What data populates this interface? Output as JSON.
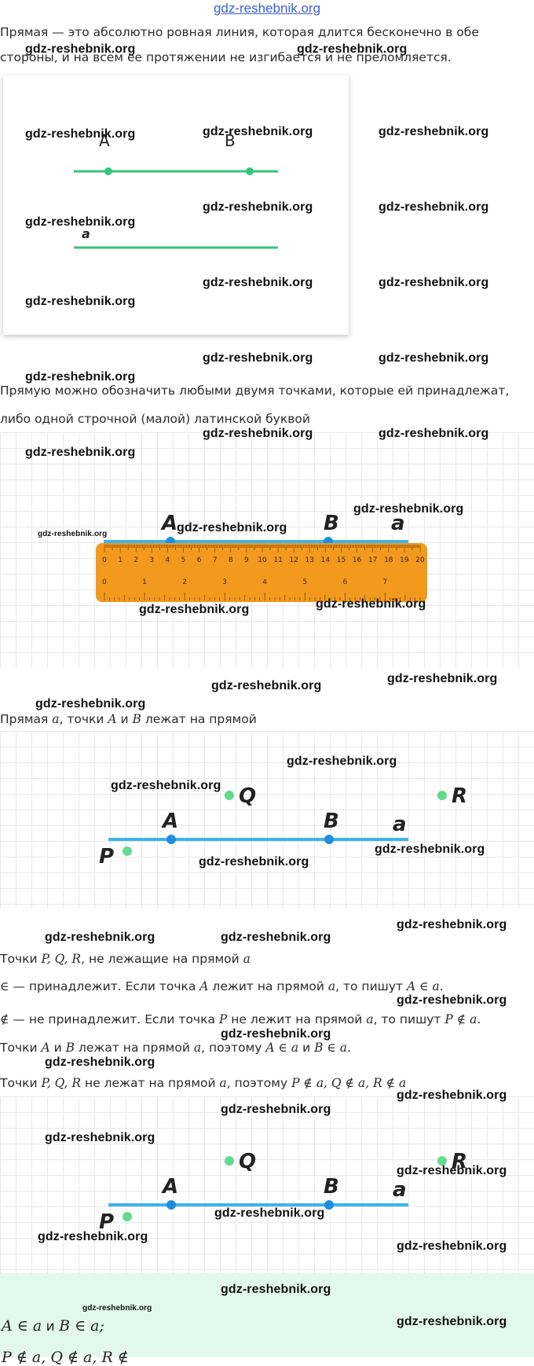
{
  "site_link": "gdz-reshebnik.org",
  "watermark": "gdz-reshebnik.org",
  "intro": {
    "line1": "Прямая — это абсолютно ровная линия, которая длится бесконечно в обе",
    "line2": "стороны, и на всем ее протяжении не изгибается и не преломляется."
  },
  "figure1": {
    "point_a": "A",
    "point_b": "B",
    "line_label": "a"
  },
  "naming": {
    "line1": "Прямую можно обозначить любыми двумя точками, которые ей принадлежат,",
    "line2": "либо одной строчной (малой) латинской буквой"
  },
  "ruler_figure": {
    "point_a": "A",
    "point_b": "B",
    "line_label": "a",
    "cm_labels": [
      "0",
      "1",
      "2",
      "3",
      "4",
      "5",
      "6",
      "7",
      "8",
      "9",
      "10",
      "11",
      "12",
      "13",
      "14",
      "15",
      "16",
      "17",
      "18",
      "19",
      "20"
    ],
    "inch_labels": [
      "0",
      "1",
      "2",
      "3",
      "4",
      "5",
      "6",
      "7",
      "8"
    ],
    "colors": {
      "ruler": "#f39a1e",
      "line": "#3cb4ec",
      "point": "#1e8fe0"
    }
  },
  "caption_line": {
    "pre": "Прямая ",
    "a": "a",
    "mid": ", точки ",
    "A": "A",
    "and": " и ",
    "B": "B",
    "post": " лежат на прямой"
  },
  "figure3": {
    "point_a": "A",
    "point_b": "B",
    "line_label": "a",
    "point_p": "P",
    "point_q": "Q",
    "point_r": "R",
    "colors": {
      "line": "#3cb4ec",
      "point": "#1e8fe0",
      "outside_point": "#62dc8c"
    }
  },
  "points_not_on": {
    "pre": "Точки ",
    "list": "P, Q, R",
    "post": ", не лежащие на прямой ",
    "a": "a"
  },
  "belongs": {
    "symbol": "∈",
    "text1": " — принадлежит. Если точка ",
    "A": "A",
    "text2": " лежит на прямой ",
    "a": "a",
    "text3": ", то пишут ",
    "formula": "A ∈ a",
    "end": "."
  },
  "not_belongs": {
    "symbol": "∉",
    "text1": " — не принадлежит. Если точка ",
    "P": "P",
    "text2": " не лежит на прямой ",
    "a": "a",
    "text3": ", то пишут ",
    "formula": "P ∉ a",
    "end": "."
  },
  "ab_on_line": {
    "pre": "Точки ",
    "A": "A",
    "and": " и ",
    "B": "B",
    "mid": " лежат на прямой ",
    "a": "a",
    "mid2": ", поэтому ",
    "f1": "A ∈ a",
    "and2": " и ",
    "f2": "B ∈ a",
    "end": "."
  },
  "pqr_not_on_line": {
    "pre": "Точки ",
    "list": "P, Q, R",
    "mid": " не лежат на прямой ",
    "a": "a",
    "mid2": ", поэтому ",
    "formula": "P ∉ a, Q ∉ a, R ∉ a"
  },
  "summary_box": {
    "line1_f1": "A  ∈  a",
    "line1_and": " и ",
    "line1_f2": "B  ∈  a;",
    "line2": "P ∉ a,  Q ∉ a,  R ∉"
  }
}
